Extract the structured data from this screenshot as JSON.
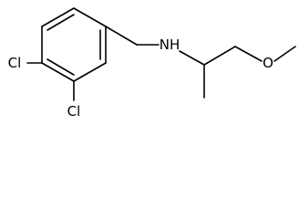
{
  "molecule": {
    "atom_labels": {
      "chlorine_top": "Cl",
      "chlorine_bottom": "Cl",
      "amine": "NH",
      "ether_oxygen": "O"
    },
    "colors": {
      "bond": "#000000",
      "text": "#000000",
      "background": "#ffffff"
    }
  }
}
